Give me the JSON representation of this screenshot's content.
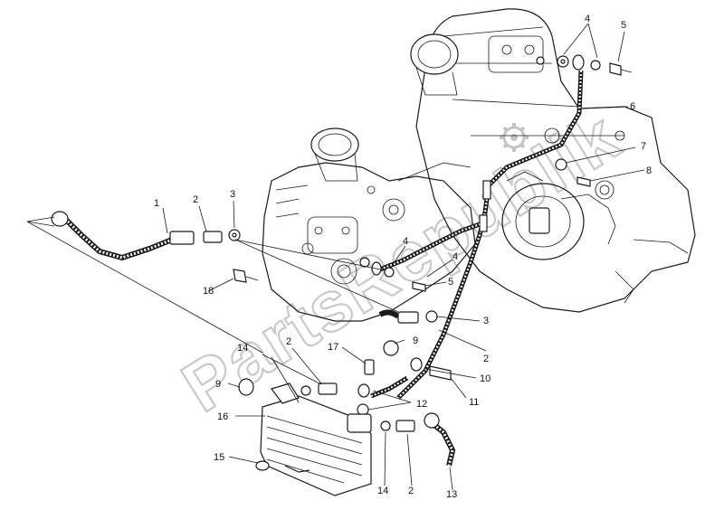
{
  "watermark": {
    "text": "PartsRepublik",
    "gear_icon": "gear-icon"
  },
  "callouts": [
    {
      "id": "c1",
      "label": "1"
    },
    {
      "id": "c2a",
      "label": "2"
    },
    {
      "id": "c3a",
      "label": "3"
    },
    {
      "id": "c4a",
      "label": "4"
    },
    {
      "id": "c5a",
      "label": "5"
    },
    {
      "id": "c6",
      "label": "6"
    },
    {
      "id": "c7",
      "label": "7"
    },
    {
      "id": "c8",
      "label": "8"
    },
    {
      "id": "c4b",
      "label": "4"
    },
    {
      "id": "c4c",
      "label": "4"
    },
    {
      "id": "c5b",
      "label": "5"
    },
    {
      "id": "c18",
      "label": "18"
    },
    {
      "id": "c3b",
      "label": "3"
    },
    {
      "id": "c2b",
      "label": "2"
    },
    {
      "id": "c9a",
      "label": "9"
    },
    {
      "id": "c17",
      "label": "17"
    },
    {
      "id": "c14a",
      "label": "14"
    },
    {
      "id": "c2c",
      "label": "2"
    },
    {
      "id": "c10",
      "label": "10"
    },
    {
      "id": "c11",
      "label": "11"
    },
    {
      "id": "c9b",
      "label": "9"
    },
    {
      "id": "c12",
      "label": "12"
    },
    {
      "id": "c16",
      "label": "16"
    },
    {
      "id": "c15",
      "label": "15"
    },
    {
      "id": "c14b",
      "label": "14"
    },
    {
      "id": "c2d",
      "label": "2"
    },
    {
      "id": "c13",
      "label": "13"
    }
  ]
}
